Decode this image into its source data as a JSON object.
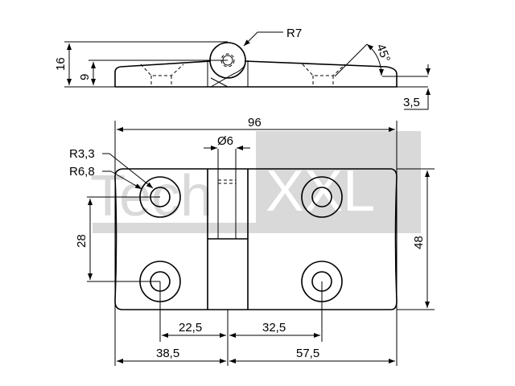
{
  "watermark": {
    "left": "Tech",
    "right": "XXL",
    "color": "#d9d9d9"
  },
  "side_view": {
    "radius_label": "R7",
    "height_total": "16",
    "height_leaf": "9",
    "angle": "45°",
    "thickness_edge": "3,5"
  },
  "top_view": {
    "width_total": "96",
    "pin_diameter": "Ø6",
    "hole_radius": "R3,3",
    "counterbore_radius": "R6,8",
    "hole_spacing_vertical": "28",
    "height_total": "48",
    "left_hole_offset": "22,5",
    "right_hole_offset": "32,5",
    "left_leaf_width": "38,5",
    "right_leaf_width": "57,5"
  }
}
